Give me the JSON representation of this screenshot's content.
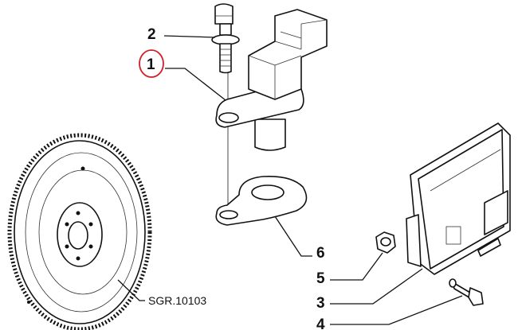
{
  "callouts": {
    "part_1": "1",
    "part_2": "2",
    "part_3": "3",
    "part_4": "4",
    "part_5": "5",
    "part_6": "6"
  },
  "reference_code": "SGR.10103",
  "highlight_color": "#d0202a"
}
